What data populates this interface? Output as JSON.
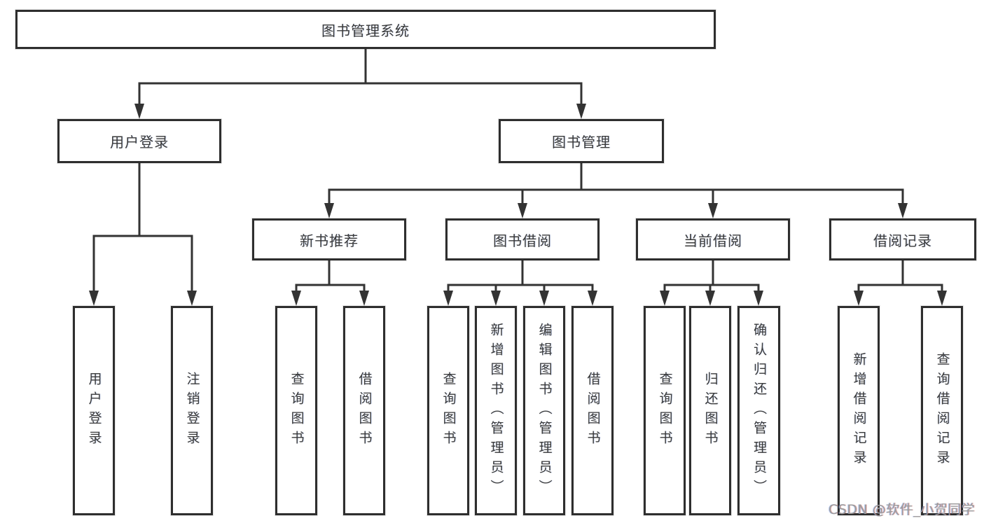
{
  "diagram": {
    "title": "图书管理系统",
    "watermark": "CSDN @软件_小贺同学",
    "colors": {
      "background": "#ffffff",
      "box_border": "#2e2e2e",
      "line": "#333333",
      "text": "#3a3a3a",
      "watermark_text": "#9b9b9b"
    },
    "tree": {
      "root": {
        "label": "图书管理系统"
      },
      "level2": [
        {
          "label": "用户登录"
        },
        {
          "label": "图书管理"
        }
      ],
      "level3": [
        {
          "label": "新书推荐",
          "parent": "图书管理"
        },
        {
          "label": "图书借阅",
          "parent": "图书管理"
        },
        {
          "label": "当前借阅",
          "parent": "图书管理"
        },
        {
          "label": "借阅记录",
          "parent": "图书管理"
        }
      ],
      "leaves": [
        {
          "label": "用户登录",
          "parent": "用户登录"
        },
        {
          "label": "注销登录",
          "parent": "用户登录"
        },
        {
          "label": "查询图书",
          "parent": "新书推荐"
        },
        {
          "label": "借阅图书",
          "parent": "新书推荐"
        },
        {
          "label": "查询图书",
          "parent": "图书借阅"
        },
        {
          "label": "新增图书（管理员）",
          "parent": "图书借阅"
        },
        {
          "label": "编辑图书（管理员）",
          "parent": "图书借阅"
        },
        {
          "label": "借阅图书",
          "parent": "图书借阅"
        },
        {
          "label": "查询图书",
          "parent": "当前借阅"
        },
        {
          "label": "归还图书",
          "parent": "当前借阅"
        },
        {
          "label": "确认归还（管理员）",
          "parent": "当前借阅"
        },
        {
          "label": "新增借阅记录",
          "parent": "借阅记录"
        },
        {
          "label": "查询借阅记录",
          "parent": "借阅记录"
        }
      ]
    }
  }
}
